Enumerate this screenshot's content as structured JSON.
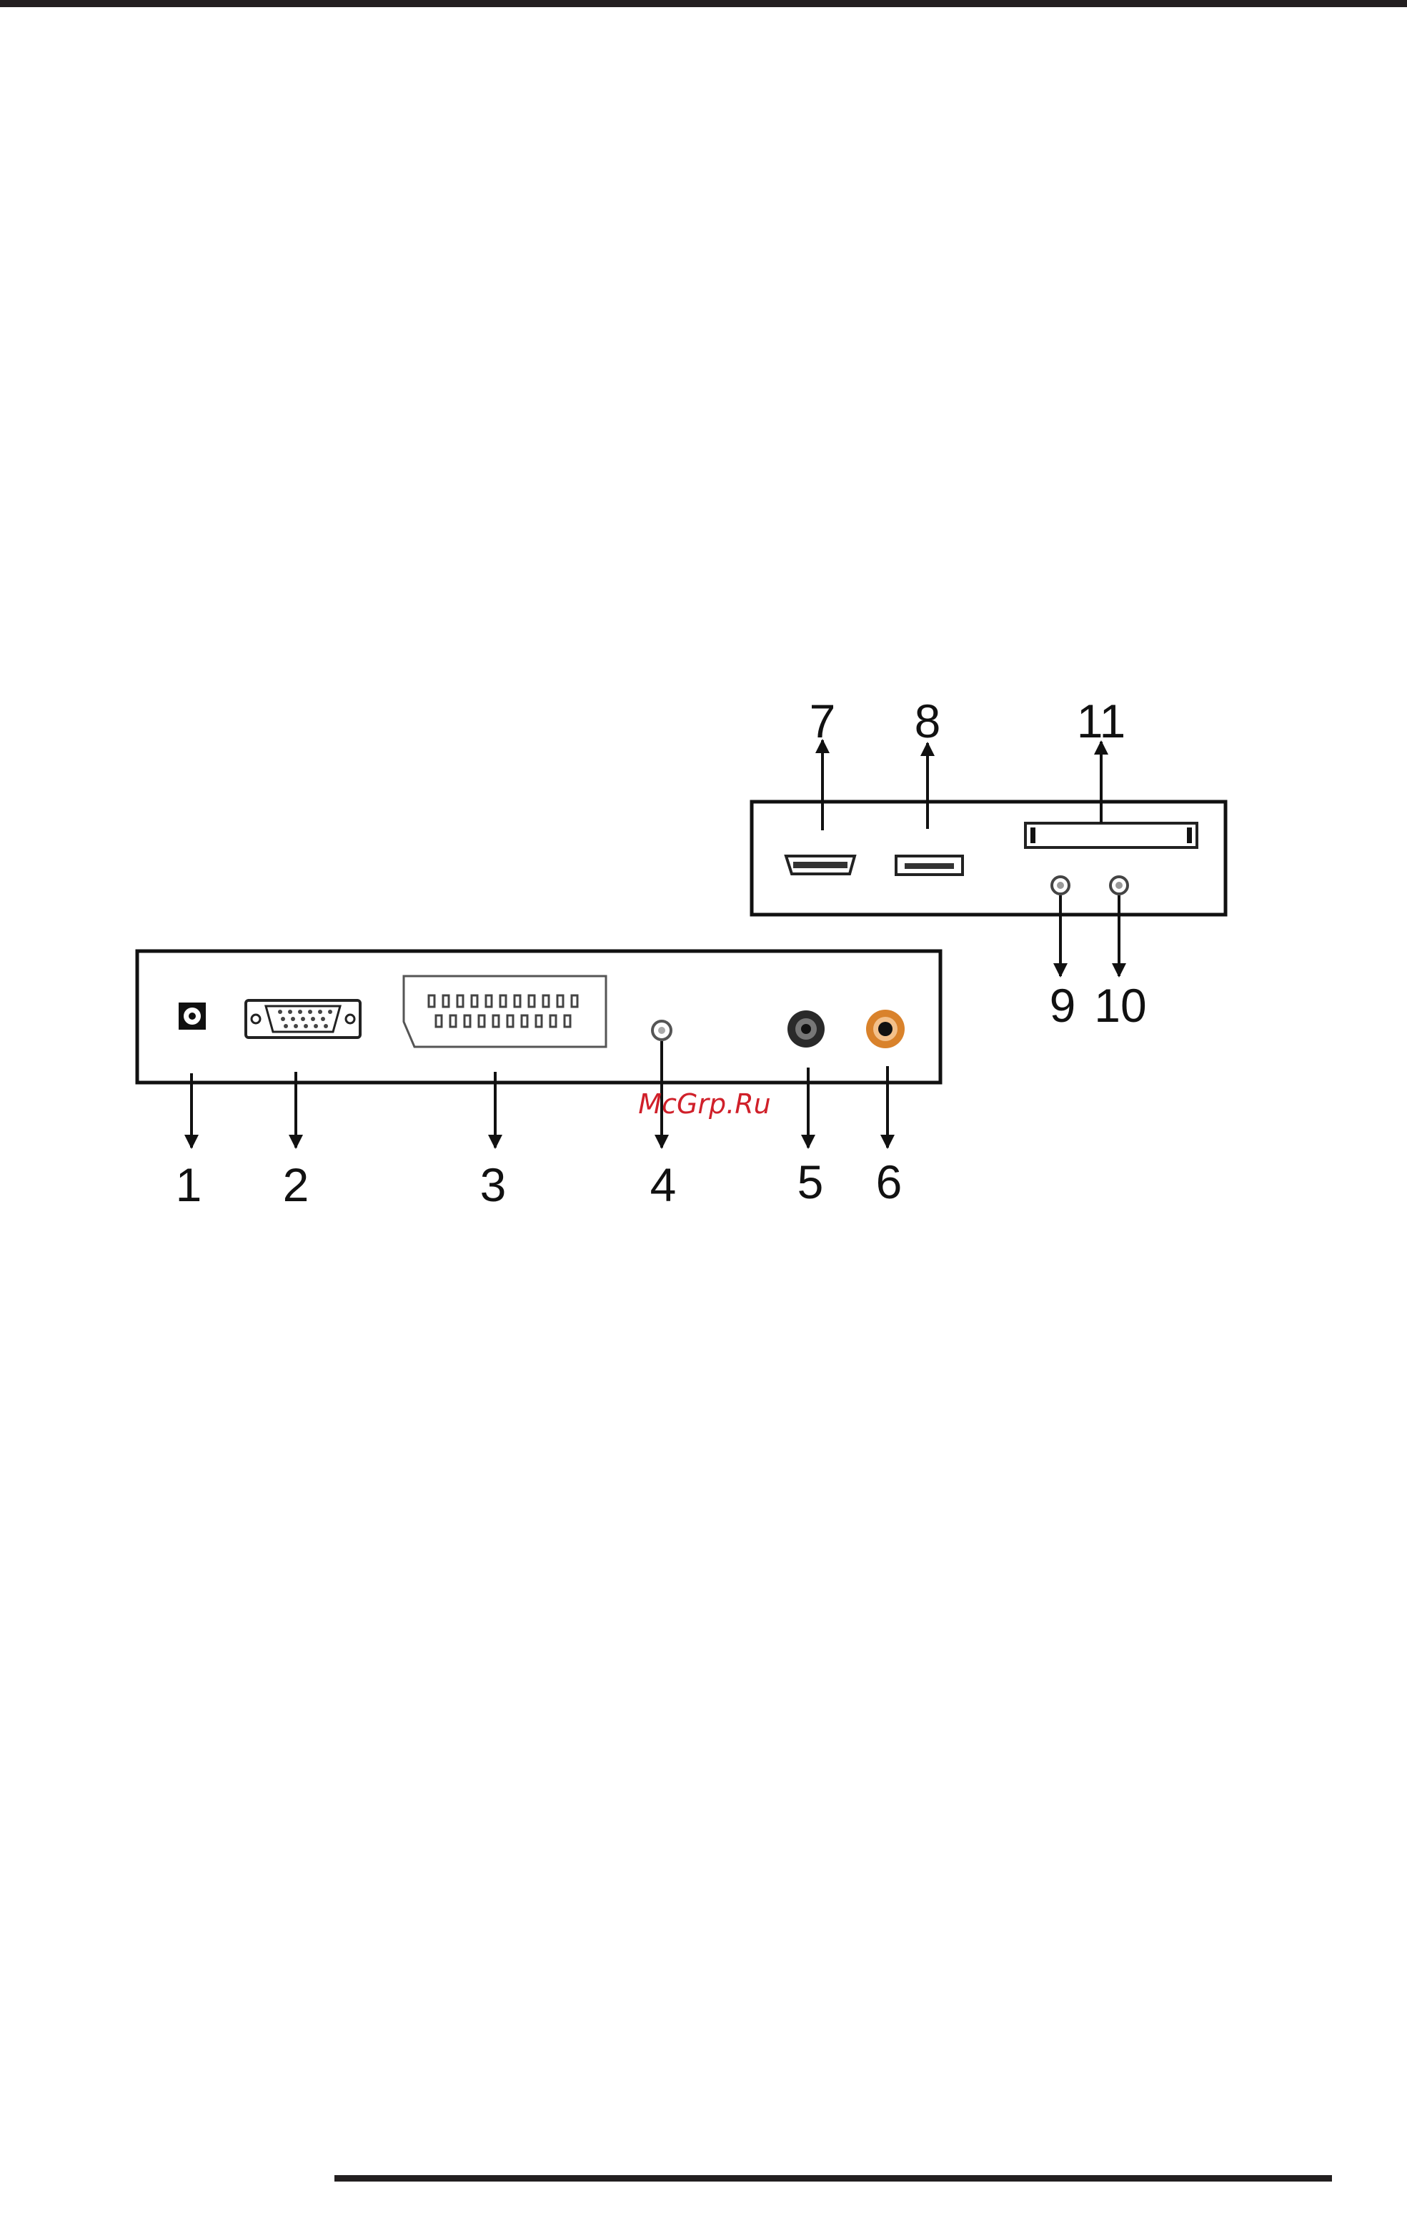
{
  "diagram": {
    "connectors_main_panel": [
      {
        "number": "1",
        "icon": "antenna-input-icon"
      },
      {
        "number": "2",
        "icon": "vga-port-icon"
      },
      {
        "number": "3",
        "icon": "scart-port-icon"
      },
      {
        "number": "4",
        "icon": "audio-minijack-icon"
      },
      {
        "number": "5",
        "icon": "headphone-jack-icon"
      },
      {
        "number": "6",
        "icon": "coaxial-rca-icon"
      }
    ],
    "connectors_side_panel": [
      {
        "number": "7",
        "icon": "hdmi-port-icon"
      },
      {
        "number": "8",
        "icon": "usb-port-icon"
      },
      {
        "number": "9",
        "icon": "small-jack-icon"
      },
      {
        "number": "10",
        "icon": "small-jack-icon"
      },
      {
        "number": "11",
        "icon": "ci-slot-icon"
      }
    ],
    "watermark": "McGrp.Ru",
    "colors": {
      "line": "#111111",
      "rca_orange": "#d9822b",
      "watermark_red": "#d0202a"
    }
  }
}
